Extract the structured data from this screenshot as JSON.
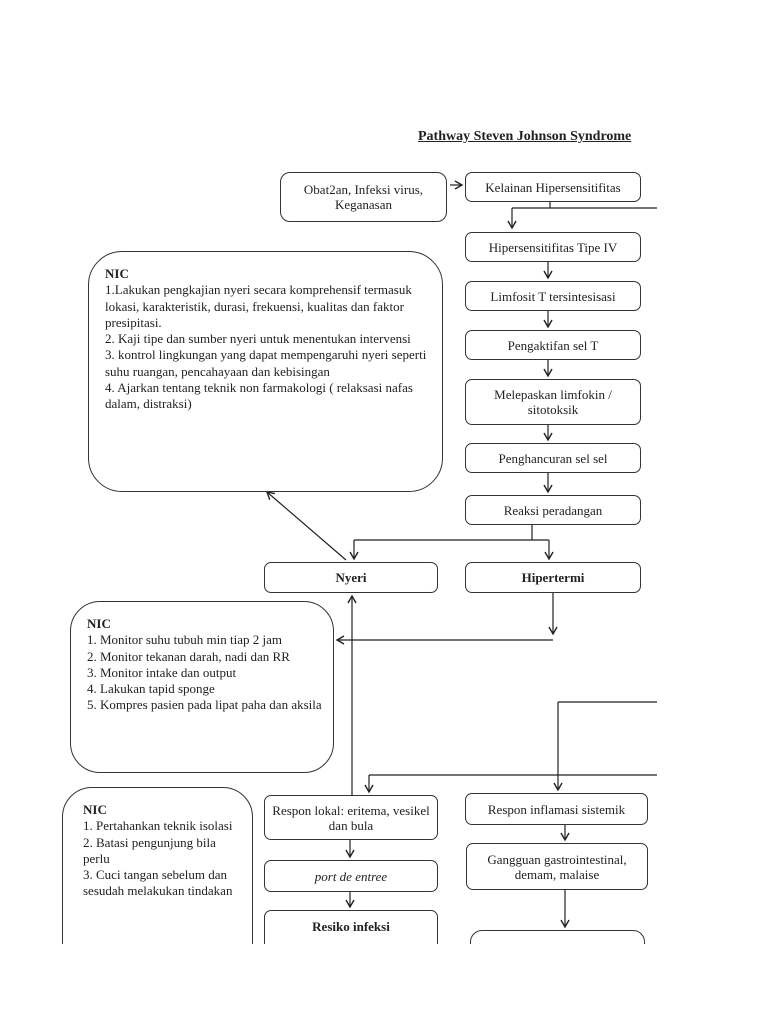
{
  "title": "Pathway Steven Johnson Syndrome",
  "nodes": {
    "cause": "Obat2an, Infeksi virus, Keganasan",
    "kelainan": "Kelainan Hipersensitifitas",
    "tipe4": "Hipersensitifitas Tipe IV",
    "limfosit": "Limfosit T tersintesisasi",
    "pengaktifan": "Pengaktifan sel T",
    "melepaskan": "Melepaskan limfokin / sitotoksik",
    "penghancuran": "Penghancuran sel sel",
    "reaksi": "Reaksi peradangan",
    "nyeri": "Nyeri",
    "hipertermi": "Hipertermi",
    "respon_lokal": "Respon lokal: eritema, vesikel dan bula",
    "respon_sistemik": "Respon inflamasi sistemik",
    "port": "port de entree",
    "gangguan": "Gangguan gastrointestinal, demam, malaise",
    "resiko": "Resiko infeksi"
  },
  "nic_nyeri": {
    "heading": "NIC",
    "items": [
      "1.Lakukan pengkajian nyeri secara komprehensif termasuk lokasi, karakteristik, durasi, frekuensi, kualitas dan faktor presipitasi.",
      "2. Kaji tipe dan sumber nyeri untuk menentukan intervensi",
      "3. kontrol lingkungan yang dapat mempengaruhi nyeri seperti suhu ruangan, pencahayaan dan kebisingan",
      "4. Ajarkan tentang teknik non farmakologi ( relaksasi nafas dalam, distraksi)"
    ]
  },
  "nic_hipertermi": {
    "heading": "NIC",
    "items": [
      "1. Monitor suhu tubuh min tiap 2 jam",
      "2. Monitor tekanan darah, nadi dan RR",
      "3. Monitor intake dan output",
      "4. Lakukan tapid sponge",
      "5. Kompres pasien pada lipat paha dan aksila"
    ]
  },
  "nic_infeksi": {
    "heading": "NIC",
    "items": [
      "1. Pertahankan teknik isolasi",
      "2. Batasi pengunjung bila perlu",
      "3. Cuci tangan sebelum dan sesudah melakukan tindakan"
    ]
  }
}
